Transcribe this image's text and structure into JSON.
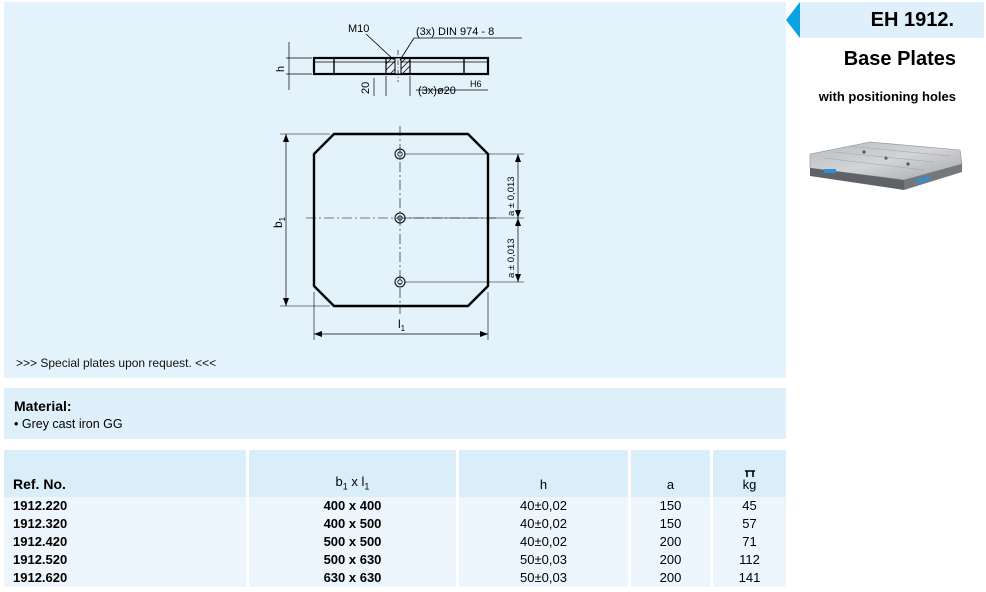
{
  "header": {
    "code": "EH 1912.",
    "title": "Base Plates",
    "subtitle": "with positioning holes",
    "accent_color": "#0aa3e0",
    "panel_color": "#e3f2fb"
  },
  "drawing": {
    "thread_label": "M10",
    "dowel_label": "(3x) DIN 974 - 8",
    "bore_label": "(3x)ø20",
    "bore_tolerance": "H6",
    "depth_label": "20",
    "height_label": "h",
    "width_label": "b",
    "width_sub": "1",
    "length_label": "l",
    "length_sub": "1",
    "pitch_label": "a ± 0,013",
    "note": ">>> Special plates upon request. <<<"
  },
  "material": {
    "heading": "Material:",
    "item": "Grey cast iron GG"
  },
  "table": {
    "headers": {
      "ref": "Ref. No.",
      "size_b": "b",
      "size_sub1": "1",
      "size_x": " x l",
      "size_sub2": "1",
      "h": "h",
      "a": "a",
      "kg": "kg"
    },
    "rows": [
      {
        "ref": "1912.220",
        "size": "400 x 400",
        "h": "40±0,02",
        "a": "150",
        "kg": "45"
      },
      {
        "ref": "1912.320",
        "size": "400 x 500",
        "h": "40±0,02",
        "a": "150",
        "kg": "57"
      },
      {
        "ref": "1912.420",
        "size": "500 x 500",
        "h": "40±0,02",
        "a": "200",
        "kg": "71"
      },
      {
        "ref": "1912.520",
        "size": "500 x 630",
        "h": "50±0,03",
        "a": "200",
        "kg": "112"
      },
      {
        "ref": "1912.620",
        "size": "630 x 630",
        "h": "50±0,03",
        "a": "200",
        "kg": "141"
      }
    ]
  }
}
